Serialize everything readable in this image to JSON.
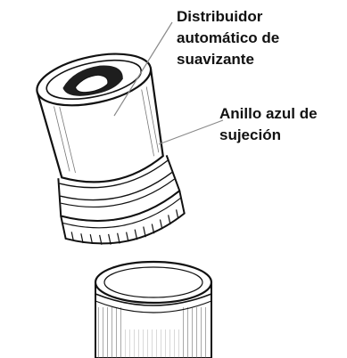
{
  "labels": {
    "dispenser": {
      "line1": "Distribuidor",
      "line2": "automático de",
      "line3": "suavizante"
    },
    "ring": {
      "line1": "Anillo azul de",
      "line2": "sujeción"
    }
  },
  "colors": {
    "ink": "#111111",
    "background": "#ffffff",
    "shade": "#2a2a2a"
  }
}
